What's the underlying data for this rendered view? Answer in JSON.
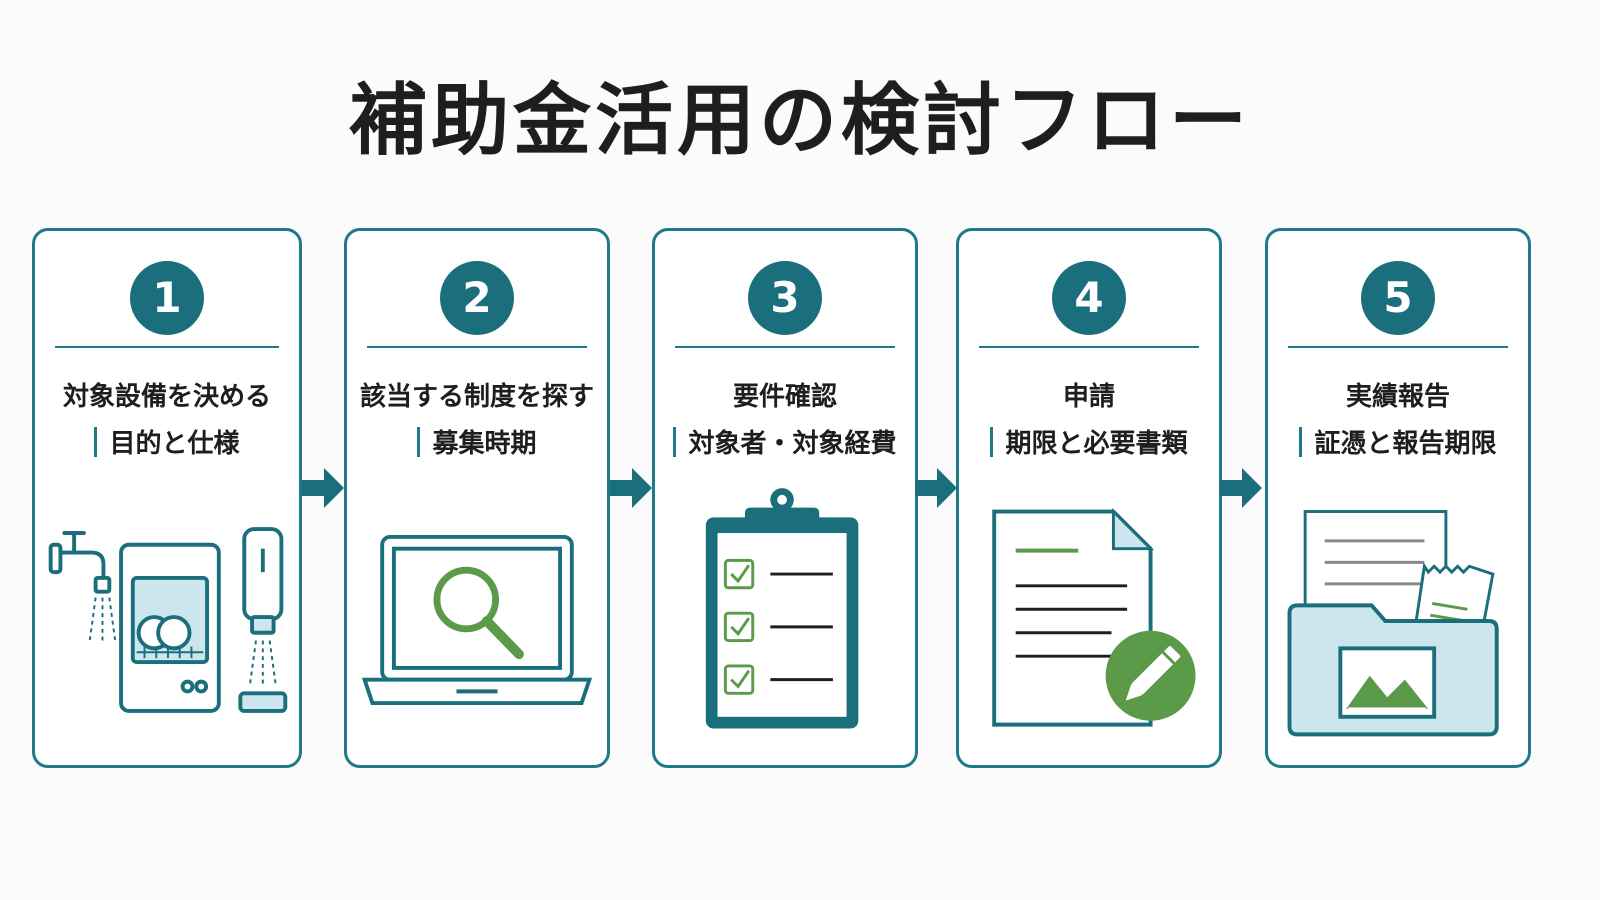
{
  "title": "補助金活用の検討フロー",
  "colors": {
    "teal": "#1b6f7c",
    "green": "#5a9a48",
    "light_blue": "#cde6ee"
  },
  "steps": [
    {
      "number": "1",
      "title": "対象設備を決める",
      "subtitle": "目的と仕様",
      "icon": "equipment-icon"
    },
    {
      "number": "2",
      "title": "該当する制度を探す",
      "subtitle": "募集時期",
      "icon": "laptop-search-icon"
    },
    {
      "number": "3",
      "title": "要件確認",
      "subtitle": "対象者・対象経費",
      "icon": "clipboard-checklist-icon"
    },
    {
      "number": "4",
      "title": "申請",
      "subtitle": "期限と必要書類",
      "icon": "document-pencil-icon"
    },
    {
      "number": "5",
      "title": "実績報告",
      "subtitle": "証憑と報告期限",
      "icon": "folder-receipt-icon"
    }
  ]
}
